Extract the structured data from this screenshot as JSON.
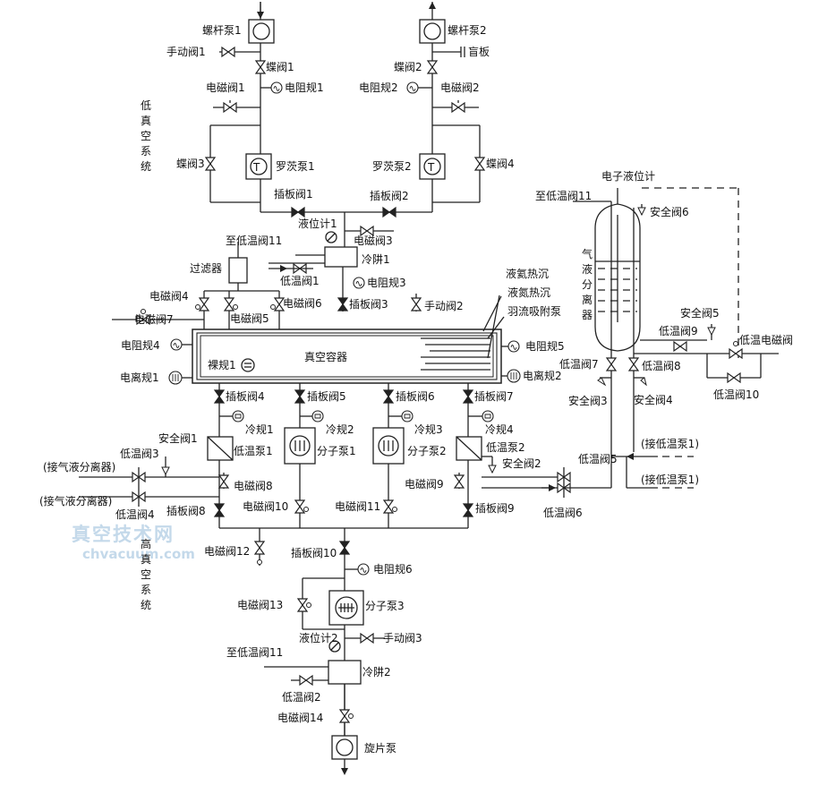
{
  "diagram": {
    "pumps": {
      "screw1": "螺杆泵1",
      "screw2": "螺杆泵2",
      "roots1": "罗茨泵1",
      "roots2": "罗茨泵2",
      "molecular1": "分子泵1",
      "molecular2": "分子泵2",
      "molecular3": "分子泵3",
      "cryo1": "低温泵1",
      "cryo2": "低温泵2",
      "rotary": "旋片泵"
    },
    "valves": {
      "manual1": "手动阀1",
      "manual2": "手动阀2",
      "manual3": "手动阀3",
      "butterfly1": "蝶阀1",
      "butterfly2": "蝶阀2",
      "butterfly3": "蝶阀3",
      "butterfly4": "蝶阀4",
      "blind_plate": "盲板",
      "solenoid1": "电磁阀1",
      "solenoid2": "电磁阀2",
      "solenoid3": "电磁阀3",
      "solenoid4": "电磁阀4",
      "solenoid5": "电磁阀5",
      "solenoid6": "电磁阀6",
      "solenoid7": "电磁阀7",
      "solenoid8": "电磁阀8",
      "solenoid9": "电磁阀9",
      "solenoid10": "电磁阀10",
      "solenoid11": "电磁阀11",
      "solenoid12": "电磁阀12",
      "solenoid13": "电磁阀13",
      "solenoid14": "电磁阀14",
      "gate1": "插板阀1",
      "gate2": "插板阀2",
      "gate3": "插板阀3",
      "gate4": "插板阀4",
      "gate5": "插板阀5",
      "gate6": "插板阀6",
      "gate7": "插板阀7",
      "gate8": "插板阀8",
      "gate9": "插板阀9",
      "gate10": "插板阀10",
      "cryo_valve1": "低温阀1",
      "cryo_valve2": "低温阀2",
      "cryo_valve3": "低温阀3",
      "cryo_valve4": "低温阀4",
      "cryo_valve5": "低温阀5",
      "cryo_valve6": "低温阀6",
      "cryo_valve7": "低温阀7",
      "cryo_valve8": "低温阀8",
      "cryo_valve9": "低温阀9",
      "cryo_valve10": "低温阀10",
      "cryo_solenoid": "低温电磁阀",
      "safety1": "安全阀1",
      "safety2": "安全阀2",
      "safety3": "安全阀3",
      "safety4": "安全阀4",
      "safety5": "安全阀5",
      "safety6": "安全阀6",
      "to_cryo_valve11_a": "至低温阀11",
      "to_cryo_valve11_b": "至低温阀11",
      "to_cryo_valve11_c": "至低温阀11"
    },
    "gauges": {
      "resistance1": "电阻规1",
      "resistance2": "电阻规2",
      "resistance3": "电阻规3",
      "resistance4": "电阻规4",
      "resistance5": "电阻规5",
      "resistance6": "电阻规6",
      "ion1": "电离规1",
      "ion2": "电离规2",
      "cold1": "冷规1",
      "cold2": "冷规2",
      "cold3": "冷规3",
      "cold4": "冷规4",
      "bare1": "裸规1",
      "level1": "液位计1",
      "level2": "液位计2",
      "electronic_level": "电子液位计"
    },
    "equipment": {
      "chamber": "真空容器",
      "cold_trap1": "冷阱1",
      "cold_trap2": "冷阱2",
      "filter": "过滤器",
      "separator": "气液分离器",
      "ln_heat_sink1": "液氦热沉",
      "ln_heat_sink2": "液氮热沉",
      "feather_pump": "羽流吸附泵",
      "conn_separator_a": "(接气液分离器)",
      "conn_separator_b": "(接气液分离器)",
      "conn_cryo_pump_a": "(接低温泵1)",
      "conn_cryo_pump_b": "(接低温泵1)"
    },
    "systems": {
      "low_vacuum": "低真空系统",
      "high_vacuum": "高真空系统"
    },
    "watermark": {
      "cn": "真空技术网",
      "url": "chvacuum.com"
    }
  }
}
